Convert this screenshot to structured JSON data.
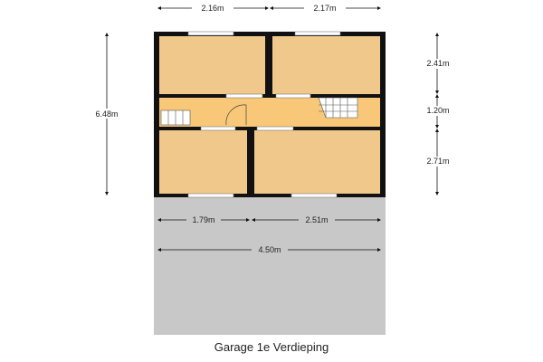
{
  "caption": "Garage 1e Verdieping",
  "dimensions": {
    "top_left": "2.16m",
    "top_right": "2.17m",
    "left_height": "6.48m",
    "right_top": "2.41m",
    "right_middle": "1.20m",
    "right_bottom": "2.71m",
    "bottom_left": "1.79m",
    "bottom_right": "2.51m",
    "bottom_total": "4.50m"
  },
  "colors": {
    "room_fill": "#f0c88c",
    "hall_fill": "#f8c878",
    "wall": "#111111",
    "ground_fill": "#c8c8c8"
  }
}
